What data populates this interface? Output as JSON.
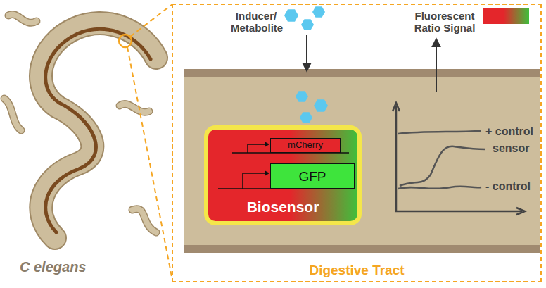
{
  "diagram": {
    "nodes": [
      {
        "text": [
          "Digestive Tract"
        ]
      },
      {
        "text": [
          "Biosensor"
        ],
        "in": 0
      },
      {
        "text": [
          "mCherry"
        ],
        "in": 1
      },
      {
        "text": [
          "GFP"
        ],
        "in": 1
      }
    ],
    "labels": [
      "C elegans",
      "Inducer/ Metabolite",
      "Fluorescent Ratio Signal",
      "+ control",
      "sensor",
      "- control"
    ]
  }
}
